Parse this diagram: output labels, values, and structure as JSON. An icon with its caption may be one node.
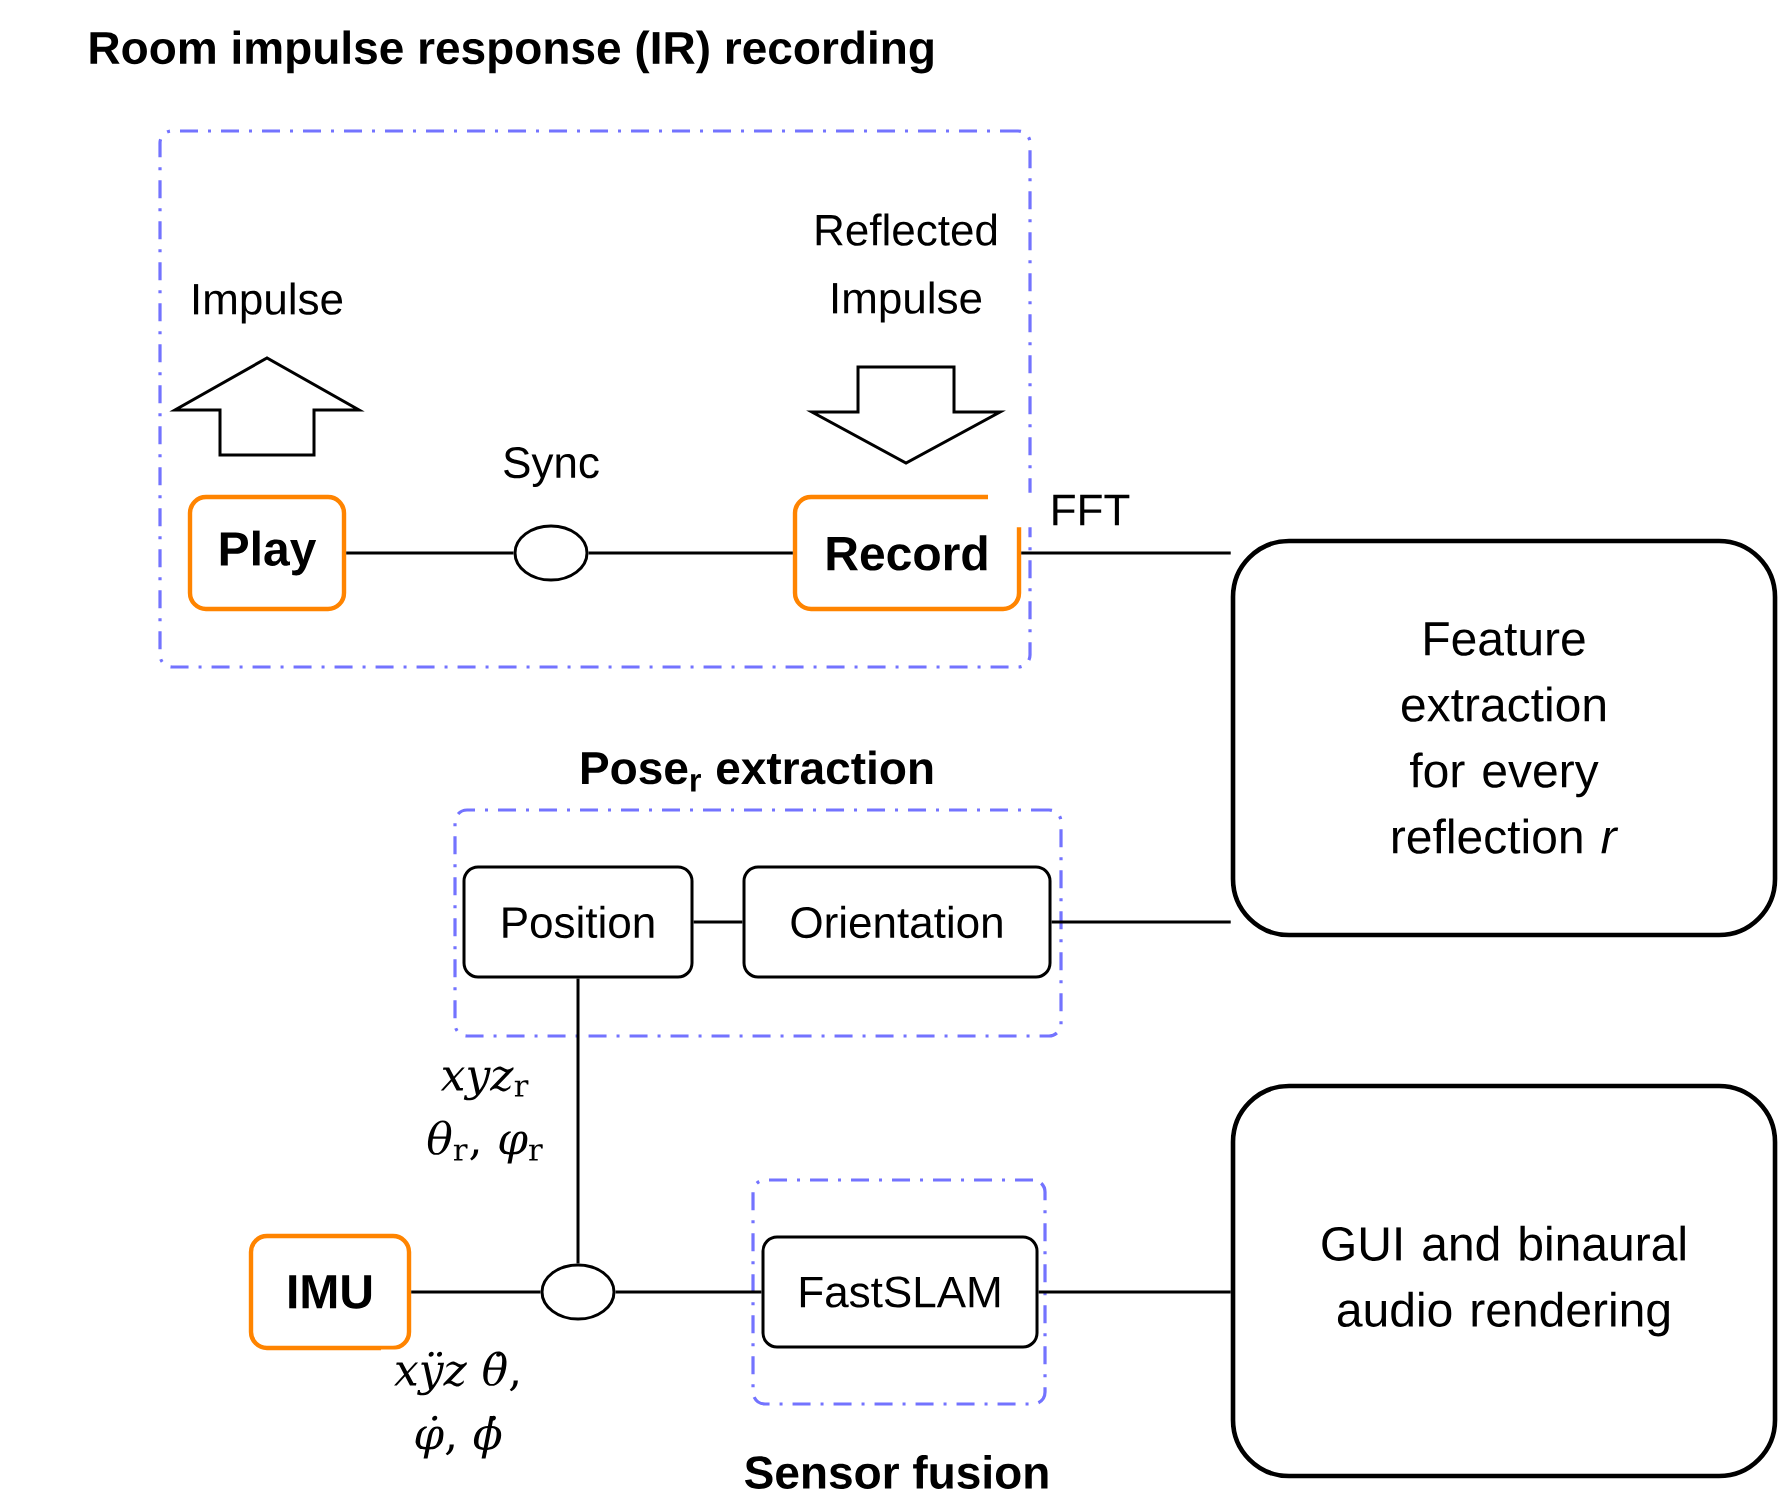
{
  "diagram": {
    "nodes": [
      {
        "text": [
          "Room impulse response (IR) recording"
        ]
      },
      {
        "text": [
          "Play"
        ],
        "in": 0
      },
      {
        "text": [],
        "shape": "circle",
        "in": 0,
        "beside": [
          "Sync"
        ]
      },
      {
        "text": [
          "Record"
        ],
        "in": 0
      },
      {
        "text": [
          "Feature extraction for every reflection *r*"
        ]
      },
      {
        "text": [
          "Pose$_{r}$ extraction"
        ]
      },
      {
        "text": [
          "Position"
        ],
        "in": 5
      },
      {
        "text": [
          "Orientation"
        ],
        "in": 5
      },
      {
        "text": [
          "IMU"
        ]
      },
      {
        "text": [],
        "shape": "circle"
      },
      {
        "text": [
          "Sensor fusion"
        ]
      },
      {
        "text": [
          "FastSLAM"
        ],
        "in": 10
      },
      {
        "text": [
          "GUI and binaural audio rendering"
        ]
      }
    ],
    "edges": [
      {
        "from": 1,
        "to": 2,
        "arrow": "none"
      },
      {
        "from": 2,
        "to": 3,
        "arrow": "none"
      },
      {
        "from": 3,
        "to": 4,
        "arrow": "none",
        "label": "FFT"
      },
      {
        "from": 6,
        "to": 7,
        "arrow": "none"
      },
      {
        "from": 7,
        "to": 4,
        "arrow": "none"
      },
      {
        "from": 6,
        "to": 9,
        "arrow": "none",
        "label": "*xyz*$_{r}$ *θ*$_{r}$, *φ*$_{r}$"
      },
      {
        "from": 8,
        "to": 9,
        "arrow": "none",
        "label": "*xÿz* *θ̇*, *φ̇*, *ϕ̇*"
      },
      {
        "from": 9,
        "to": 11,
        "arrow": "none"
      },
      {
        "from": 11,
        "to": 12,
        "arrow": "none"
      }
    ],
    "labels": [
      "Impulse",
      "Reflected Impulse"
    ]
  }
}
